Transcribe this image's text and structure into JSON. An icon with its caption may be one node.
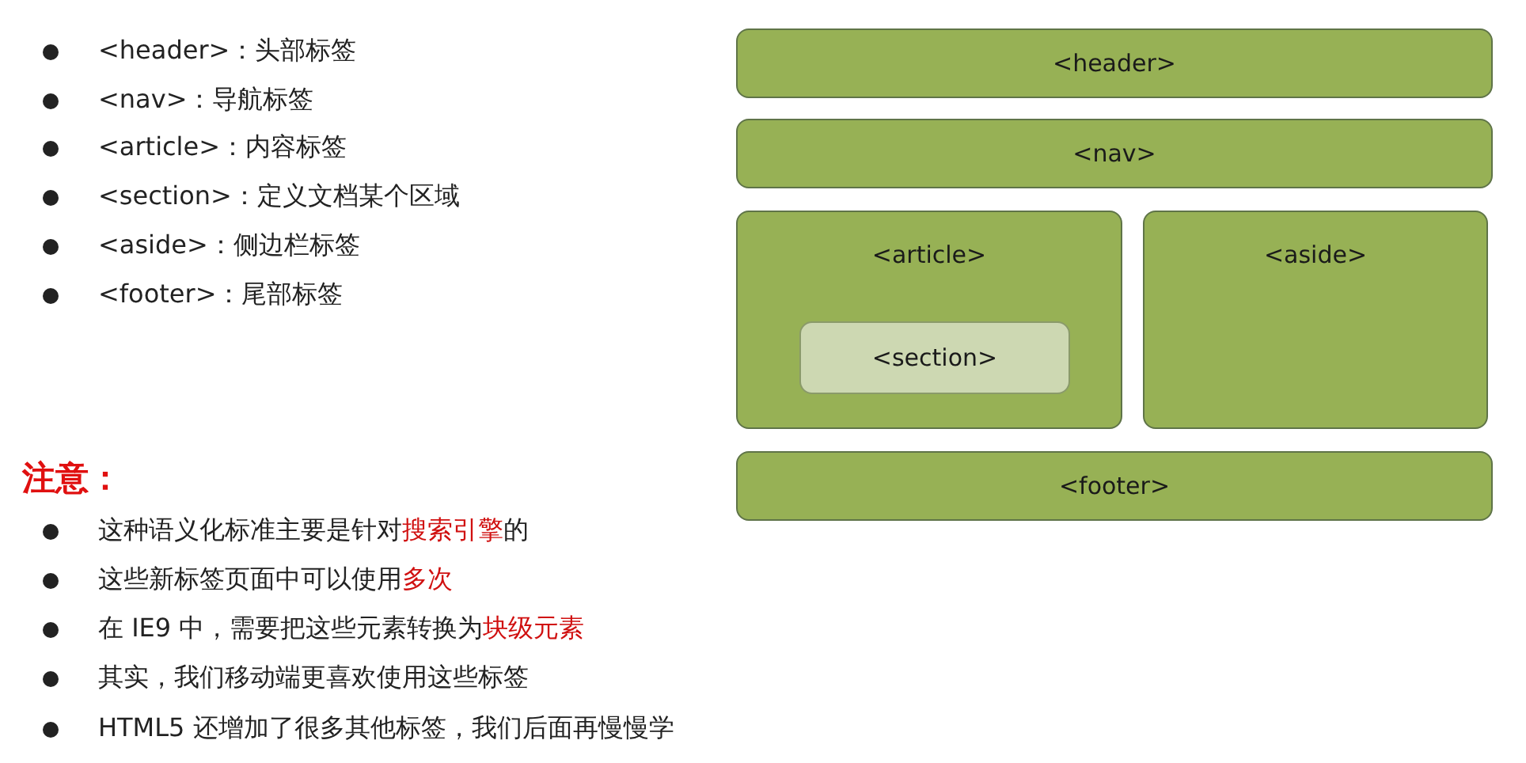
{
  "diagram": {
    "nodes": [
      {
        "text": [
          "<header>"
        ]
      },
      {
        "text": [
          "<nav>"
        ]
      },
      {
        "text": [
          "<article>"
        ]
      },
      {
        "text": [
          "<section>"
        ],
        "in": 2
      },
      {
        "text": [
          "<aside>"
        ]
      },
      {
        "text": [
          "<footer>"
        ]
      }
    ],
    "labels": [
      "<header>：头部标签",
      "<nav>：导航标签",
      "<article>：内容标签",
      "<section>：定义文档某个区域",
      "<aside>：侧边栏标签",
      "<footer>：尾部标签",
      "注意：",
      "这种语义化标准主要是针对搜索引擎的",
      "这些新标签页面中可以使用多次",
      "在 IE9 中，需要把这些元素转换为块级元素",
      "其实，我们移动端更喜欢使用这些标签",
      "HTML5 还增加了很多其他标签，我们后面再慢慢学"
    ]
  }
}
